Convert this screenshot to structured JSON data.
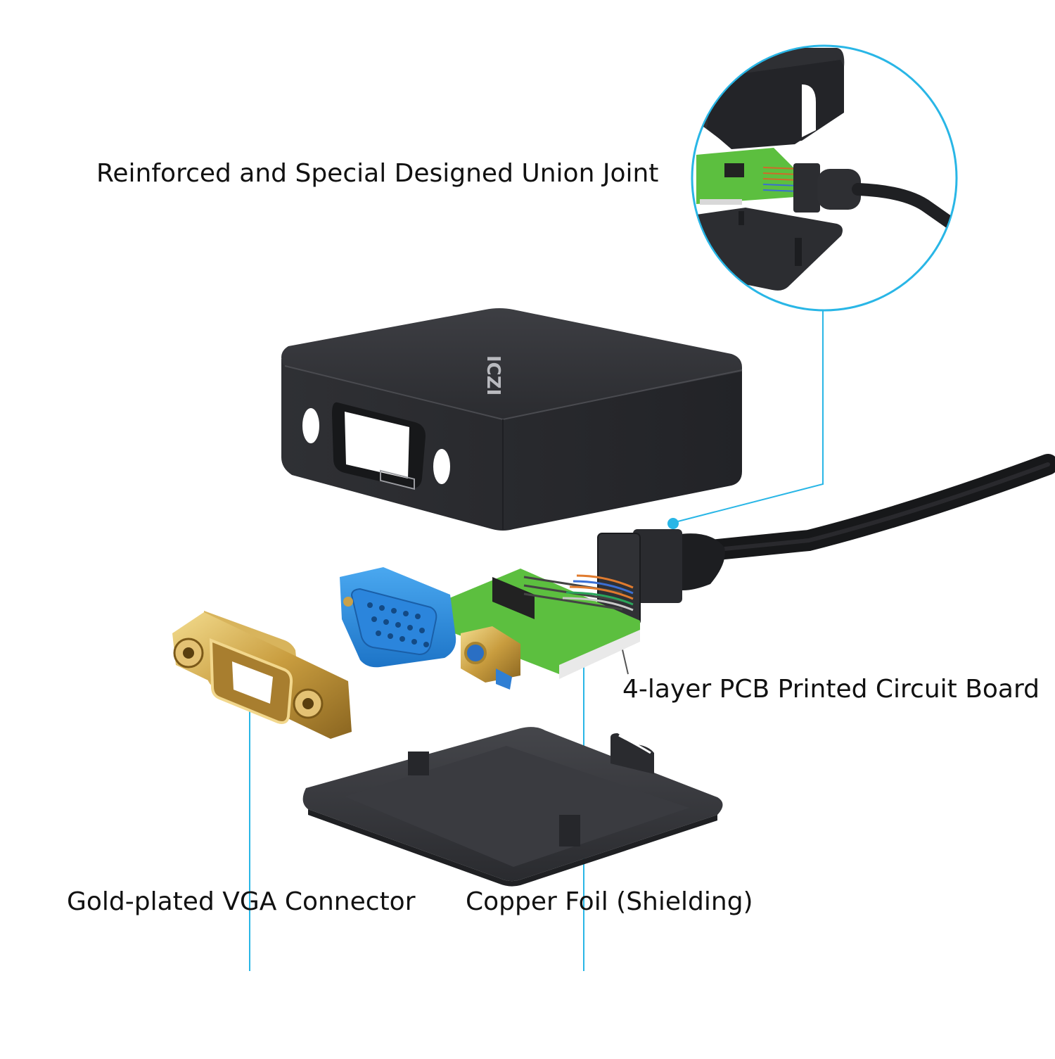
{
  "labels": {
    "union_joint": "Reinforced and Special Designed Union Joint",
    "pcb": "4-layer PCB Printed Circuit Board",
    "gold_vga": "Gold-plated VGA Connector",
    "copper_foil": "Copper Foil (Shielding)"
  },
  "logo_text": "ICZI",
  "colors": {
    "callout": "#29b6e6",
    "housing": "#2a2b2f",
    "pcb": "#5cbf3f",
    "vga_blue": "#2f8fe0",
    "gold": "#c9a14a"
  }
}
